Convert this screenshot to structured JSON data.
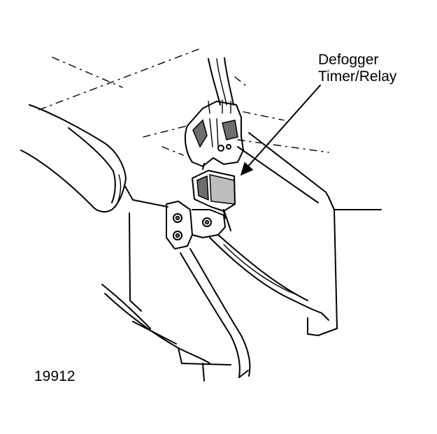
{
  "callout": {
    "line1": "Defogger",
    "line2": "Timer/Relay"
  },
  "figure_number": "19912"
}
